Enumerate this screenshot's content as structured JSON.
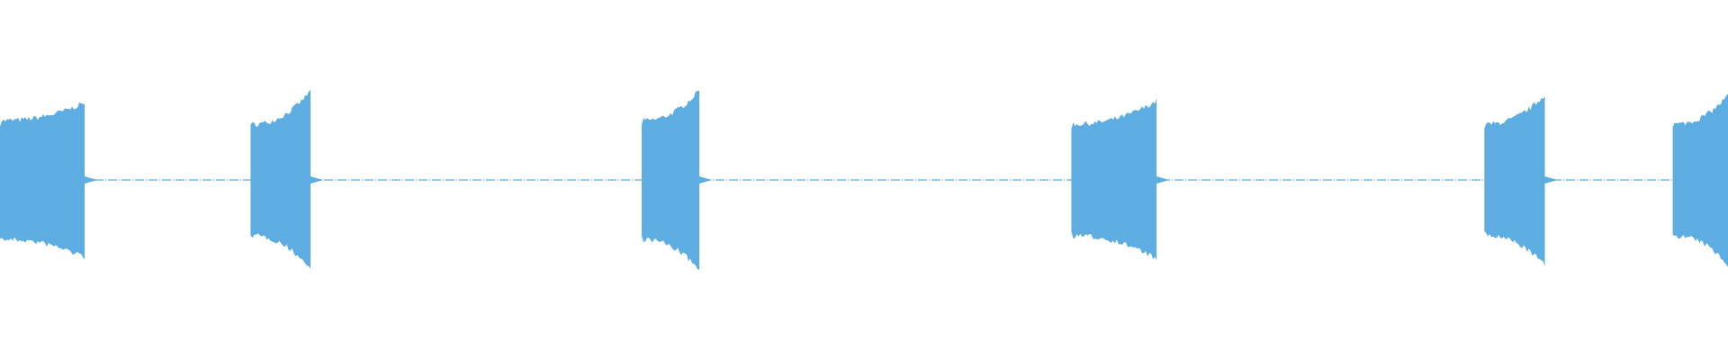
{
  "waveform": {
    "color": "#5DADE2",
    "background": "#ffffff",
    "duration_s": 30.0,
    "segments": [
      {
        "start_s": 0.0,
        "end_s": 1.47,
        "start_amp": 0.66,
        "end_amp": 0.86
      },
      {
        "start_s": 4.35,
        "end_s": 5.39,
        "start_amp": 0.62,
        "end_amp": 0.99
      },
      {
        "start_s": 11.14,
        "end_s": 12.14,
        "start_amp": 0.66,
        "end_amp": 1.0
      },
      {
        "start_s": 18.6,
        "end_s": 20.08,
        "start_amp": 0.62,
        "end_amp": 0.88
      },
      {
        "start_s": 25.77,
        "end_s": 26.82,
        "start_amp": 0.62,
        "end_amp": 0.95
      },
      {
        "start_s": 29.04,
        "end_s": 30.0,
        "start_amp": 0.62,
        "end_amp": 0.94
      }
    ]
  }
}
